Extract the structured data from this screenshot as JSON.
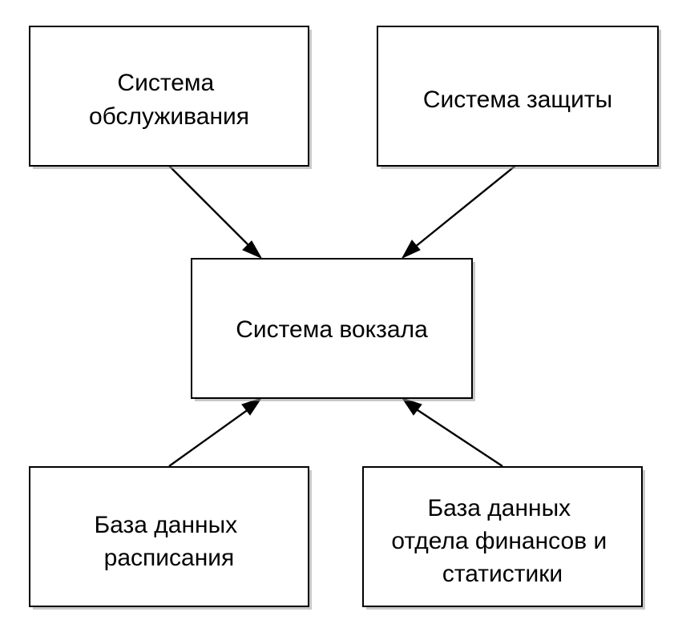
{
  "nodes": {
    "service": {
      "lines": [
        "Система",
        "обслуживания"
      ]
    },
    "security": {
      "lines": [
        "Система защиты"
      ]
    },
    "station": {
      "lines": [
        "Система вокзала"
      ]
    },
    "schedule_db": {
      "lines": [
        "База данных",
        "расписания"
      ]
    },
    "finance_db": {
      "lines": [
        "База данных",
        "отдела финансов и",
        "статистики"
      ]
    }
  },
  "edges": [
    {
      "from": "service",
      "to": "station"
    },
    {
      "from": "security",
      "to": "station"
    },
    {
      "from": "schedule_db",
      "to": "station"
    },
    {
      "from": "finance_db",
      "to": "station"
    }
  ],
  "colors": {
    "stroke": "#000000",
    "fill": "#ffffff",
    "shadow": "#9a9a9a"
  }
}
